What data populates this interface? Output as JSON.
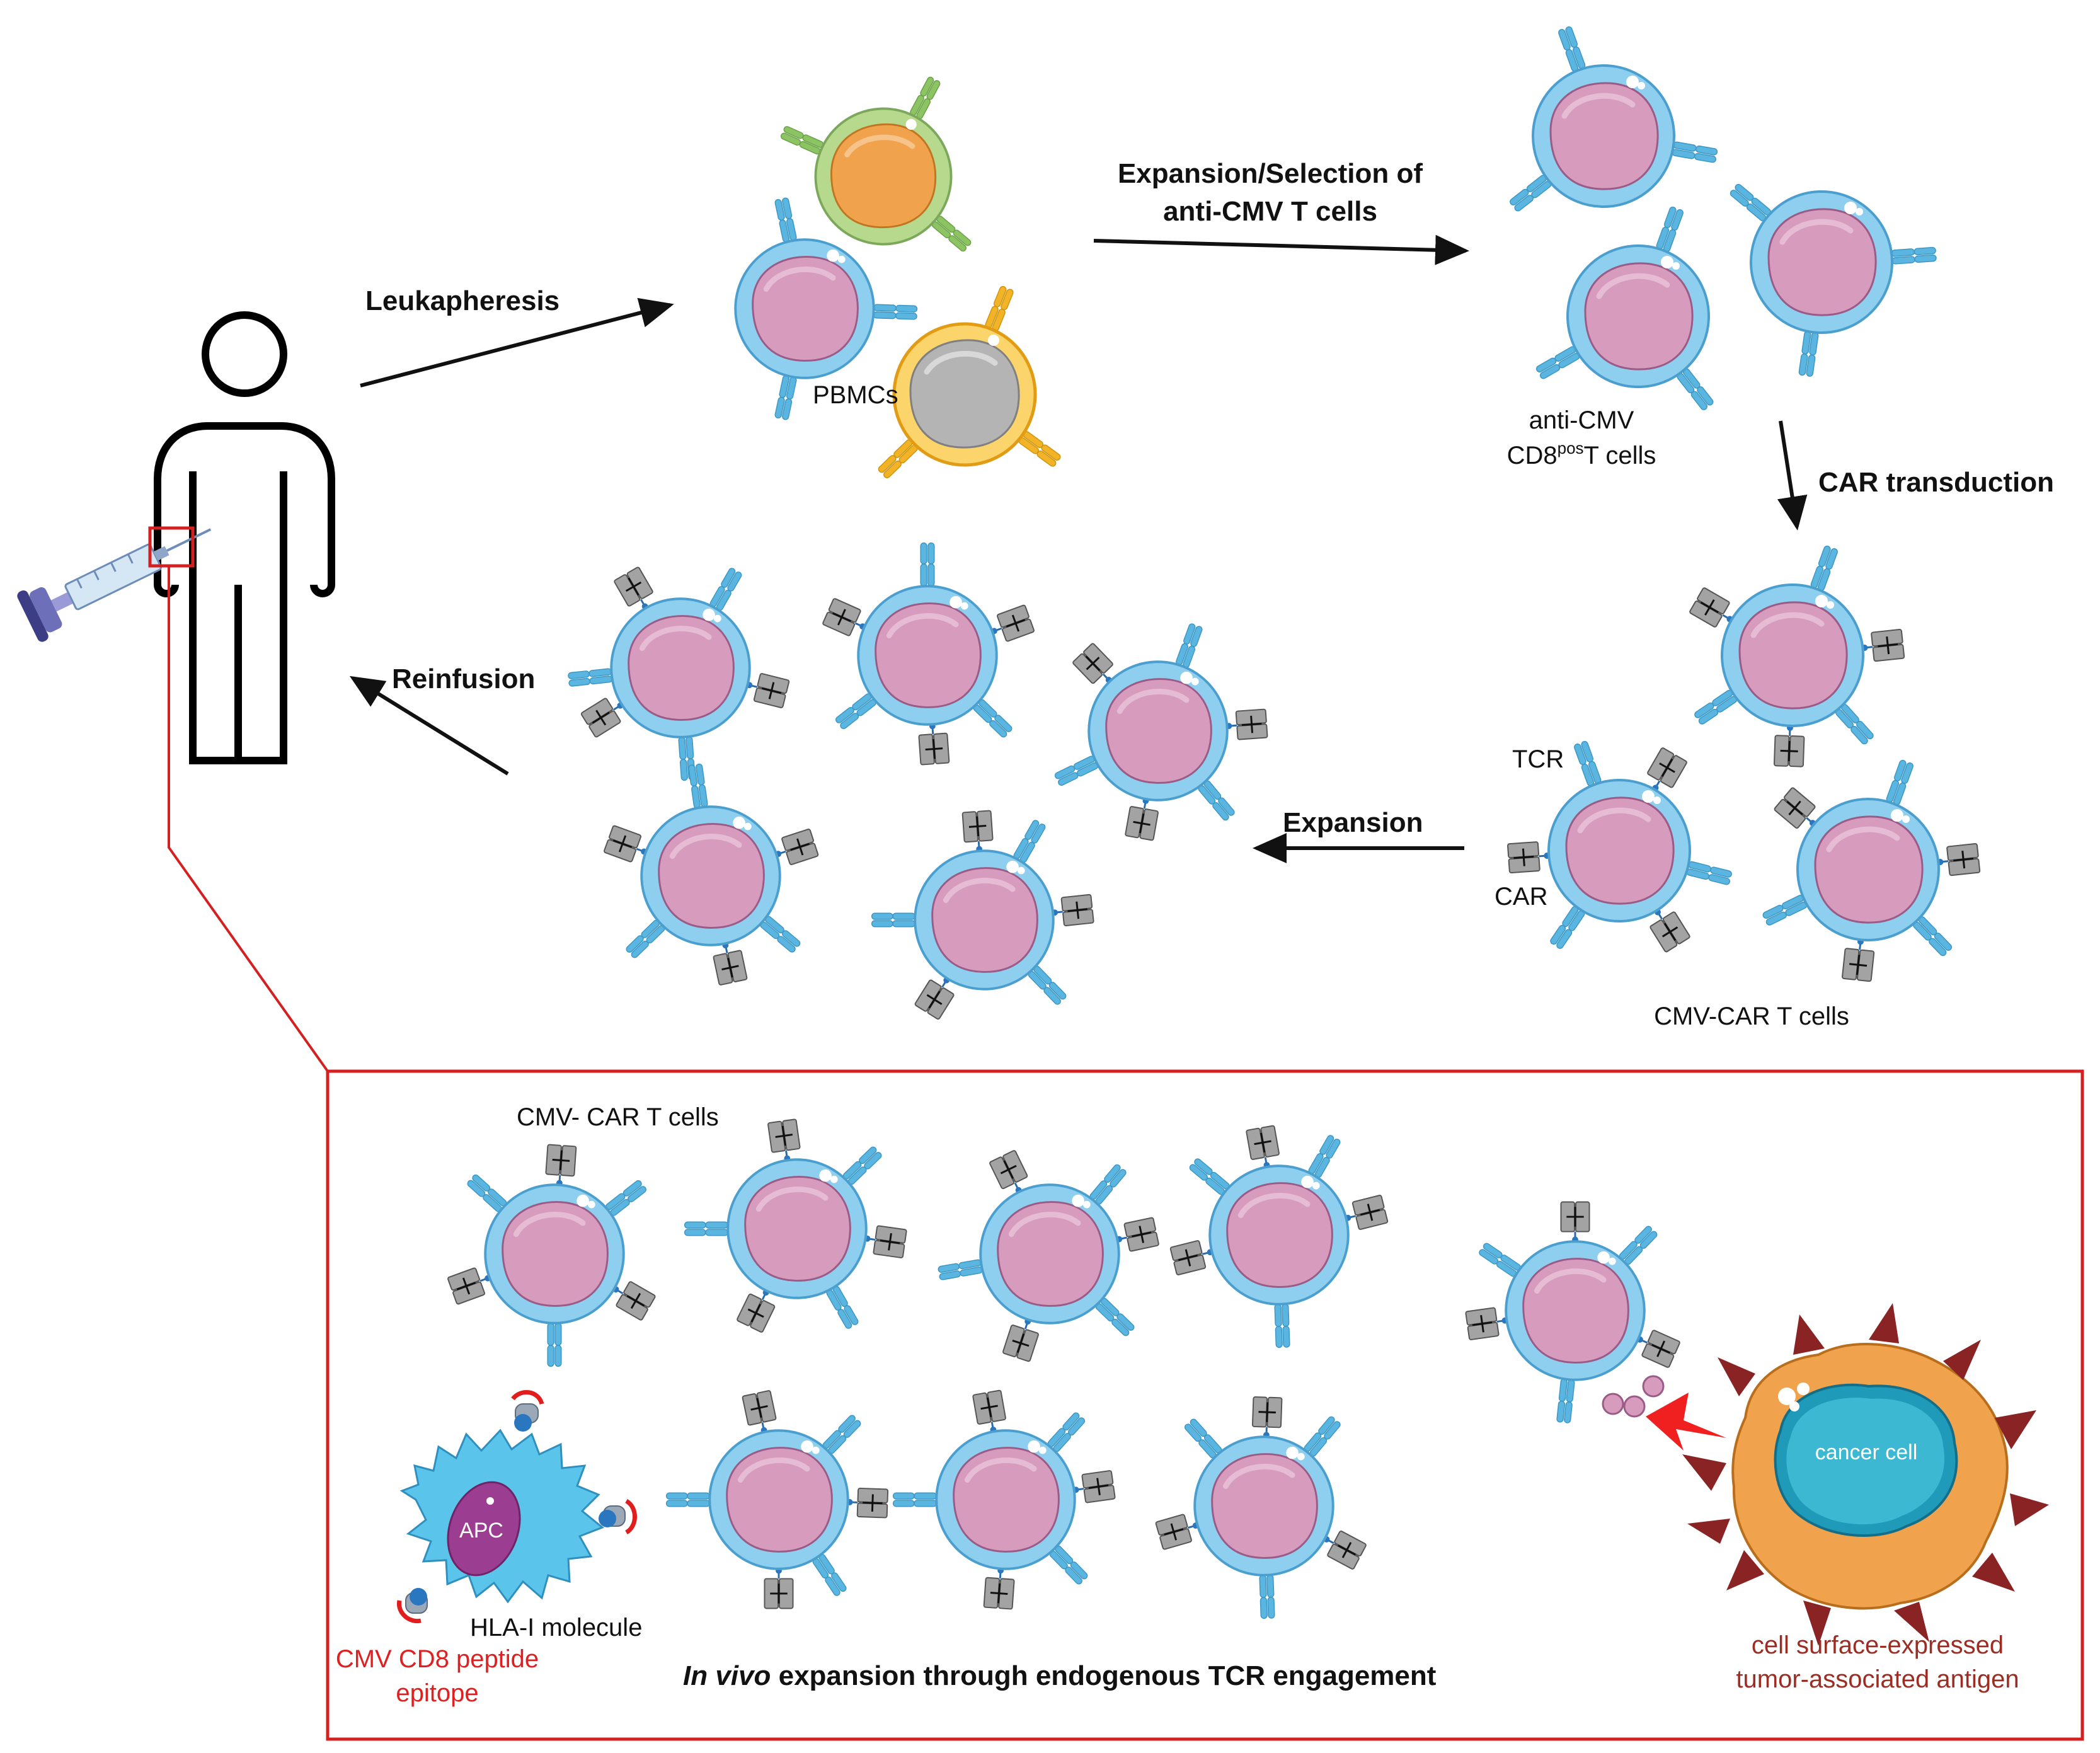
{
  "labels": {
    "leukapheresis": "Leukapheresis",
    "pbmcs": "PBMCs",
    "expansion_selection_line1": "Expansion/Selection of",
    "expansion_selection_line2": "anti-CMV T cells",
    "anti_cmv_line1": "anti-CMV",
    "anti_cmv_cd8": "CD8",
    "anti_cmv_sup": "pos",
    "anti_cmv_tail": "T cells",
    "car_transduction": "CAR transduction",
    "tcr": "TCR",
    "car": "CAR",
    "cmv_car_t_cells": "CMV-CAR T cells",
    "expansion": "Expansion",
    "reinfusion": "Reinfusion",
    "inset_cells": "CMV- CAR T cells",
    "apc": "APC",
    "hla": "HLA-I molecule",
    "epitope_line1": "CMV CD8 peptide",
    "epitope_line2": "epitope",
    "invivo_italic": "In vivo",
    "invivo_rest": " expansion through endogenous TCR engagement",
    "cancer_cell": "cancer cell",
    "antigen_line1": "cell surface-expressed",
    "antigen_line2": "tumor-associated antigen"
  },
  "colors": {
    "cell_membrane": "#8ecfef",
    "cell_nucleus": "#d69bbd",
    "tcr_receptor": "#5ab6e0",
    "car_receptor": "#a3a3a3",
    "apc_body": "#5bc4ea",
    "apc_nucleus": "#9b3e91",
    "cancer_body": "#f0a24c",
    "cancer_nucleus": "#1f9ab8",
    "tumor_antigen": "#8a2424",
    "inset_border": "#d42020",
    "lightning": "#f02020",
    "arrow": "#111111"
  }
}
